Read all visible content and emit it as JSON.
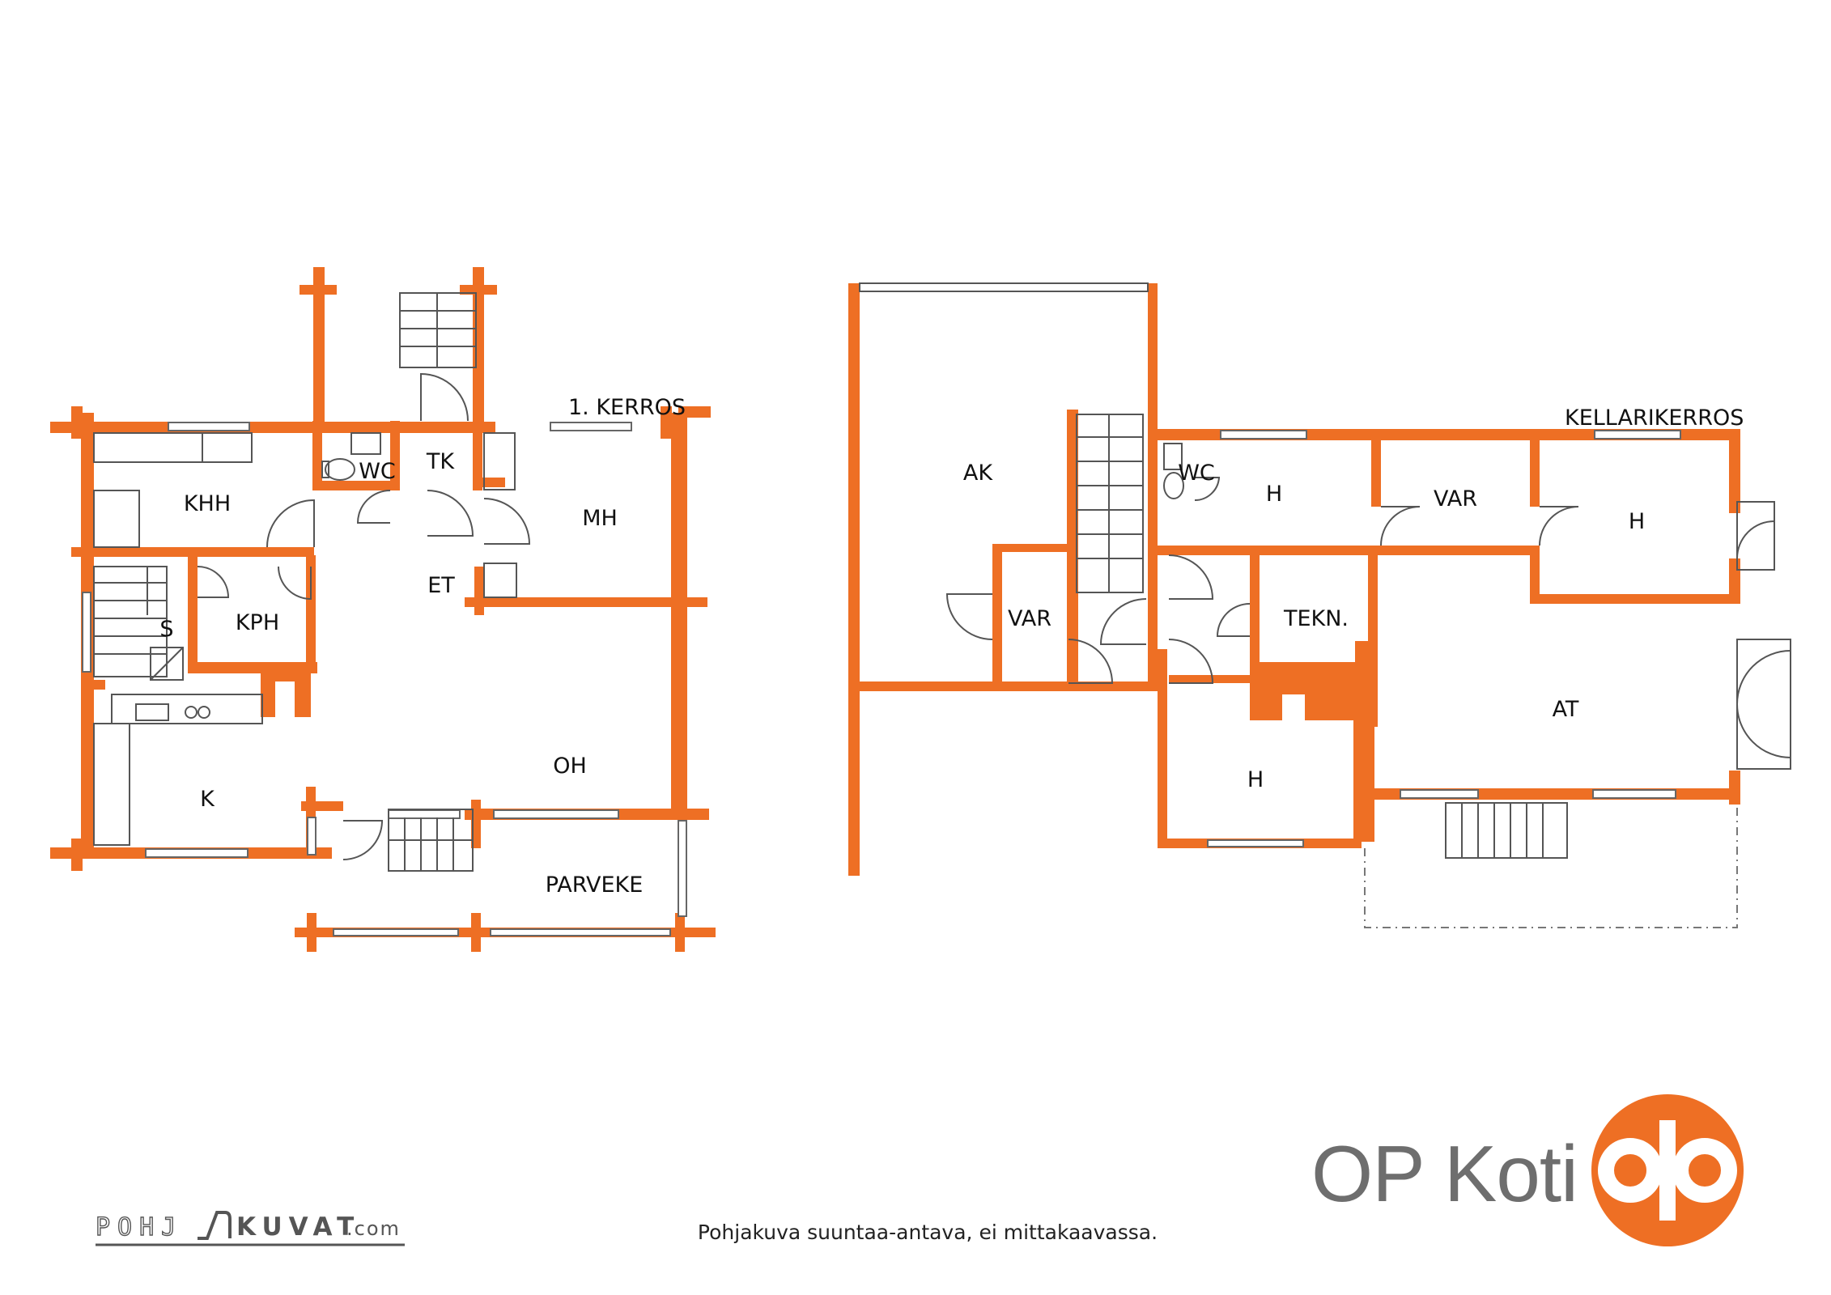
{
  "floors": [
    {
      "id": "ground",
      "title": "1. KERROS",
      "rooms": [
        "KHH",
        "WC",
        "TK",
        "MH",
        "ET",
        "S",
        "KPH",
        "K",
        "OH",
        "PARVEKE"
      ]
    },
    {
      "id": "basement",
      "title": "KELLARIKERROS",
      "rooms": [
        "AK",
        "WC",
        "H",
        "VAR",
        "H",
        "VAR",
        "TEKN.",
        "AT",
        "H"
      ]
    }
  ],
  "footer": {
    "note": "Pohjakuva suuntaa-antava, ei mittakaavassa.",
    "credit_a": "POHJ",
    "credit_b": "KUVAT",
    "credit_c": ".com"
  },
  "brand": {
    "name": "OP Koti",
    "color": "#ee6f24",
    "text_color": "#6e6e6e"
  },
  "colors": {
    "wall": "#ee6f24"
  }
}
